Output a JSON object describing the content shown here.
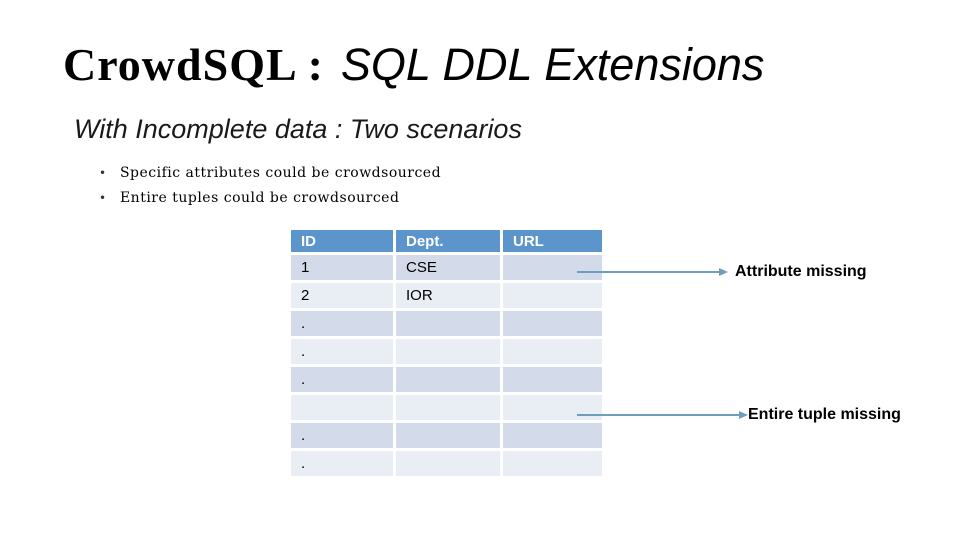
{
  "slide": {
    "title": {
      "primary": "CrowdSQL :",
      "secondary": "SQL DDL Extensions"
    },
    "subtitle": "With Incomplete data : Two scenarios",
    "bullet_char": "•",
    "bullets": [
      "Specific attributes could be crowdsourced",
      "Entire tuples could be crowdsourced"
    ],
    "table": {
      "headers": [
        "ID",
        "Dept.",
        "URL"
      ],
      "rows": [
        [
          "1",
          "CSE",
          ""
        ],
        [
          "2",
          "IOR",
          ""
        ],
        [
          ".",
          "",
          ""
        ],
        [
          ".",
          "",
          ""
        ],
        [
          ".",
          "",
          ""
        ],
        [
          "",
          "",
          ""
        ],
        [
          ".",
          "",
          ""
        ],
        [
          ".",
          "",
          ""
        ]
      ]
    },
    "annotations": [
      {
        "label": "Attribute missing"
      },
      {
        "label": "Entire tuple missing"
      }
    ],
    "colors": {
      "header_bg": "#5B95CB",
      "row_odd": "#D3DBEA",
      "row_even": "#E9EDF4",
      "arrow": "#6F9EBC"
    }
  }
}
